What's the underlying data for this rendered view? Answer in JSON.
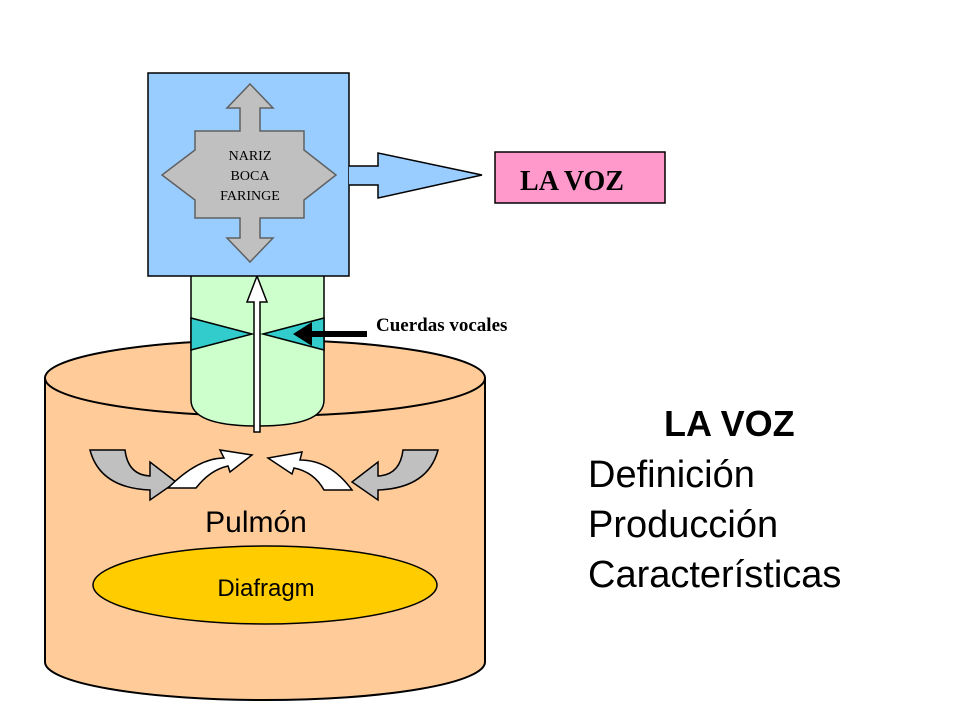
{
  "diagram": {
    "box_label_lines": [
      "NARIZ",
      "BOCA",
      "FARINGE"
    ],
    "output_label": "LA VOZ",
    "vocal_cords_label": "Cuerdas vocales",
    "lung_label": "Pulmón",
    "diaphragm_label": "Diafragm",
    "colors": {
      "head_box": "#99ccff",
      "output_box": "#ff99cc",
      "trachea": "#ccffcc",
      "vocal_cords": "#33cccc",
      "lung_body": "#ffcc99",
      "diaphragm": "#ffcc00",
      "gray_arrows": "#c0c0c0"
    }
  },
  "topics": {
    "title": "LA VOZ",
    "items": [
      "Definición",
      "Producción",
      "Características"
    ]
  }
}
